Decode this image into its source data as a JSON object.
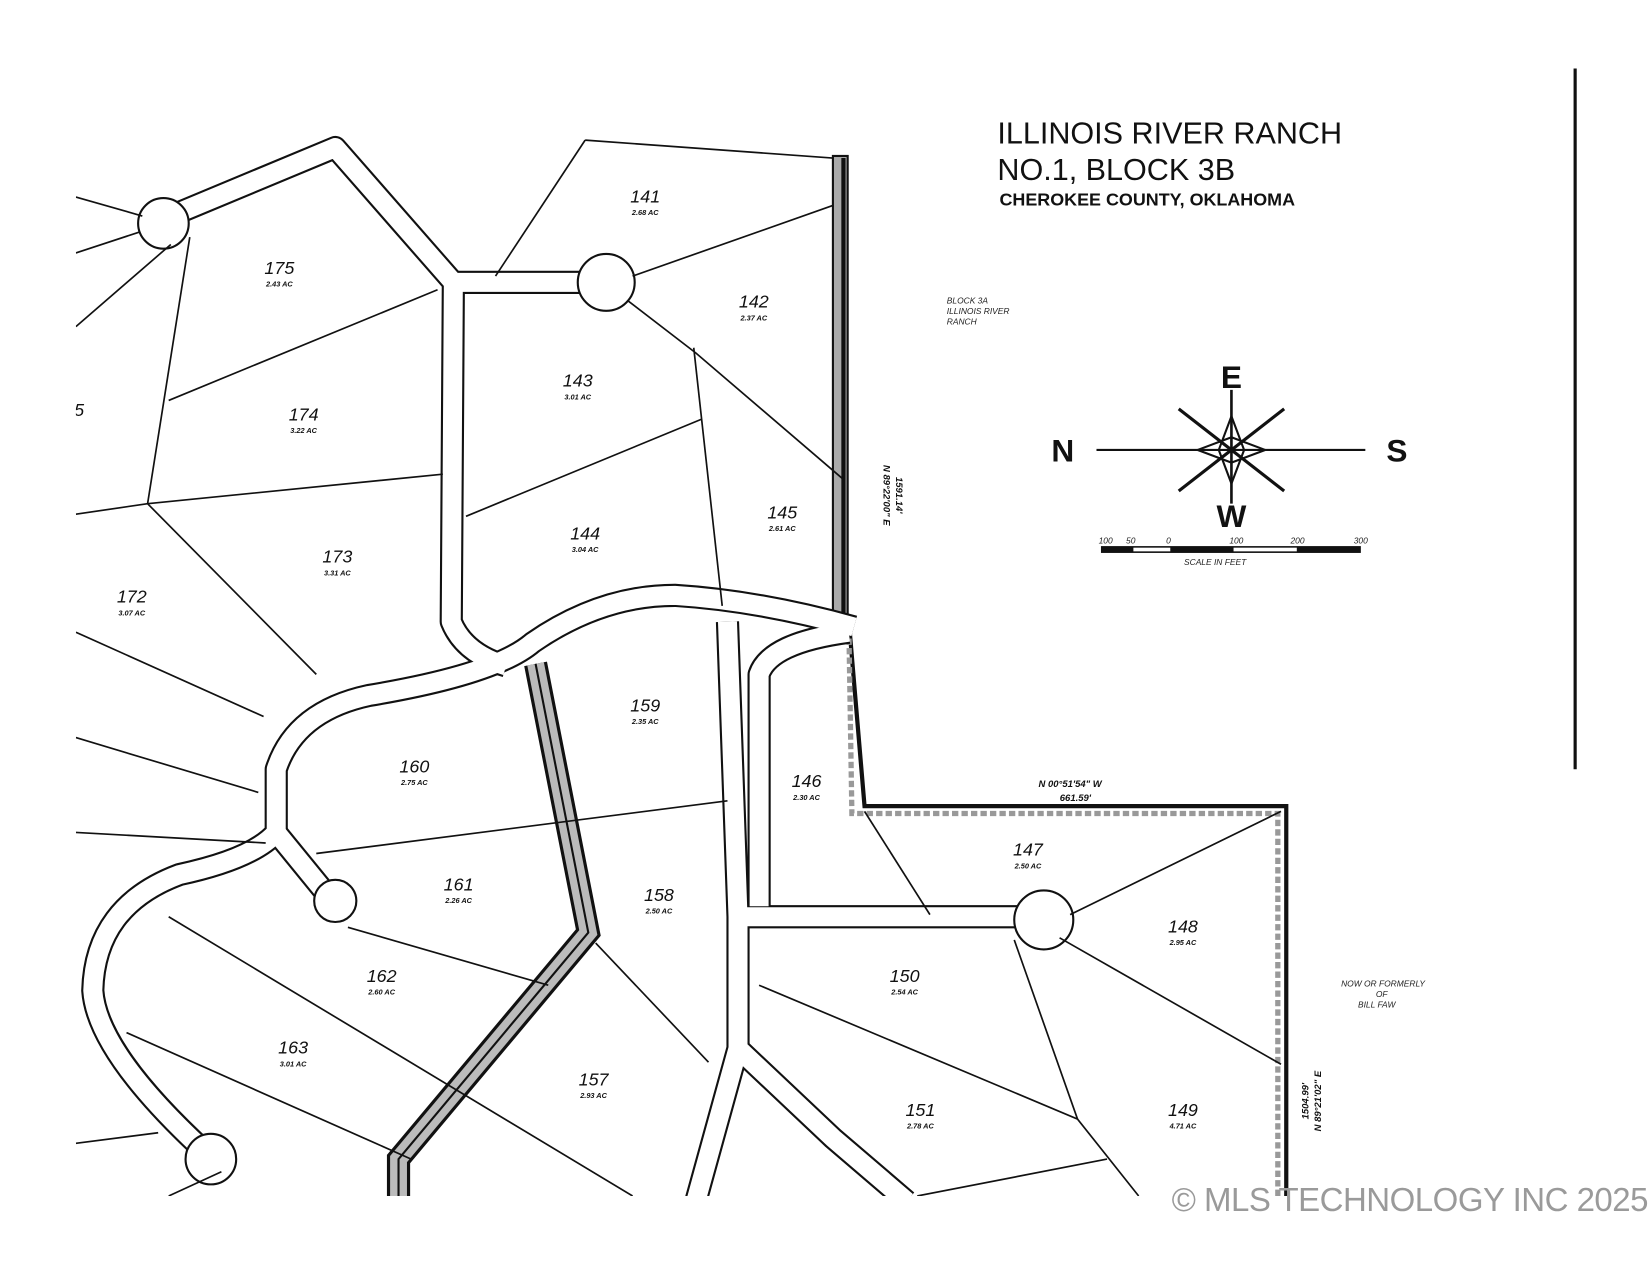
{
  "title": {
    "line1": "ILLINOIS RIVER RANCH",
    "line2": "NO.1, BLOCK 3B",
    "line3": "CHEROKEE COUNTY, OKLAHOMA"
  },
  "adjacent_block": [
    "BLOCK 3A",
    "ILLINOIS RIVER",
    "RANCH"
  ],
  "adjacent_owner": [
    "NOW OR FORMERLY",
    "OF",
    "BILL FAW"
  ],
  "compass": {
    "top": "E",
    "left": "N",
    "right": "S",
    "bottom": "W"
  },
  "scale": {
    "ticks": [
      "100",
      "50",
      "0",
      "100",
      "200",
      "300"
    ],
    "label": "SCALE IN FEET"
  },
  "bearings": {
    "north_line": {
      "bearing": "N 00°51'54\" W",
      "distance": "661.59'"
    },
    "east_line_upper": {
      "bearing": "N 89°22'00\" E",
      "distance": "1591.14'"
    },
    "east_line_lower": {
      "bearing": "N 89°21'02\" E",
      "distance": "1504.99'"
    }
  },
  "lots": [
    {
      "number": "141",
      "acres": "2.68 AC"
    },
    {
      "number": "142",
      "acres": "2.37 AC"
    },
    {
      "number": "143",
      "acres": "3.01 AC"
    },
    {
      "number": "144",
      "acres": "3.04 AC"
    },
    {
      "number": "145",
      "acres": "2.61 AC"
    },
    {
      "number": "146",
      "acres": "2.30 AC"
    },
    {
      "number": "147",
      "acres": "2.50 AC"
    },
    {
      "number": "148",
      "acres": "2.95 AC"
    },
    {
      "number": "149",
      "acres": "4.71 AC"
    },
    {
      "number": "150",
      "acres": "2.54 AC"
    },
    {
      "number": "151",
      "acres": "2.78 AC"
    },
    {
      "number": "157",
      "acres": "2.93 AC"
    },
    {
      "number": "158",
      "acres": "2.50 AC"
    },
    {
      "number": "159",
      "acres": "2.35 AC"
    },
    {
      "number": "160",
      "acres": "2.75 AC"
    },
    {
      "number": "161",
      "acres": "2.26 AC"
    },
    {
      "number": "162",
      "acres": "2.60 AC"
    },
    {
      "number": "163",
      "acres": "3.01 AC"
    },
    {
      "number": "172",
      "acres": "3.07 AC"
    },
    {
      "number": "173",
      "acres": "3.31 AC"
    },
    {
      "number": "174",
      "acres": "3.22 AC"
    },
    {
      "number": "175",
      "acres": "2.43 AC"
    }
  ],
  "copyright": "© MLS TECHNOLOGY INC 2025"
}
